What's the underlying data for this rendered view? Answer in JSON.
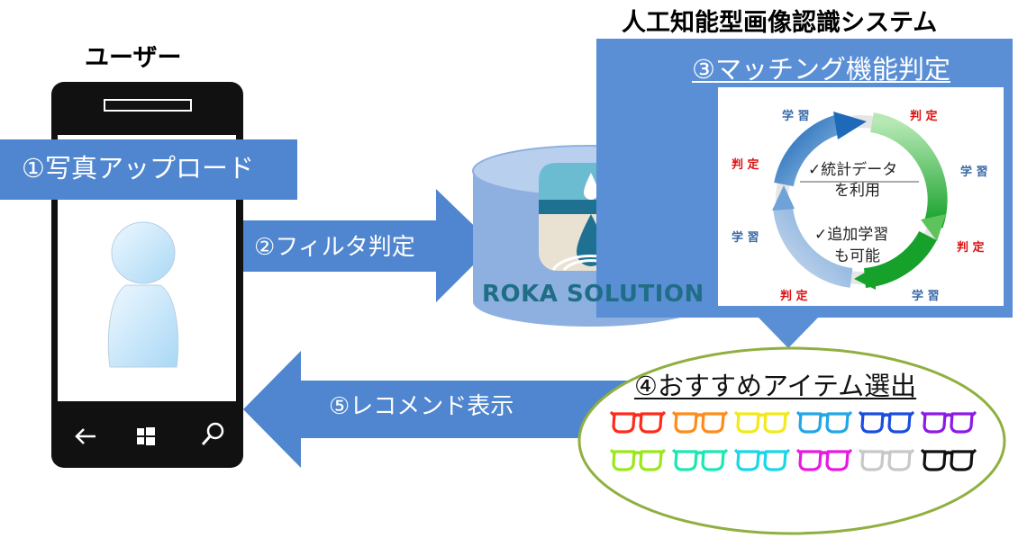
{
  "titles": {
    "user": "ユーザー",
    "system": "人工知能型画像認識システム"
  },
  "steps": {
    "upload": "①写真アップロード",
    "filter": "②フィルタ判定",
    "matching": "③マッチング機能判定",
    "select": "④おすすめアイテム選出",
    "recommend": "⑤レコメンド表示"
  },
  "cycle": {
    "learn": "学 習",
    "judge": "判 定",
    "note1_line1": "✓統計データ",
    "note1_line2": "を利用",
    "note2_line1": "✓追加学習",
    "note2_line2": "も可能"
  },
  "logo": {
    "text": "ROKA SOLUTION"
  },
  "colors": {
    "accent_blue": "#4f86cf",
    "panel_blue": "#5a8fd6",
    "db_blue": "#a9c4e8",
    "ellipse_border": "#8fb041",
    "judge_red": "#dd1111",
    "learn_blue": "#3a6aa8"
  },
  "glasses_colors": [
    "#ff2a1a",
    "#ff8c1a",
    "#f2ea1a",
    "#22a6e8",
    "#1a4ee0",
    "#8c1ae8",
    "#9be81a",
    "#1ae8b4",
    "#1ad6e8",
    "#e81ae0",
    "#c8c8c8",
    "#111111"
  ],
  "phone_icons": [
    "back-arrow-icon",
    "windows-icon",
    "search-icon"
  ]
}
